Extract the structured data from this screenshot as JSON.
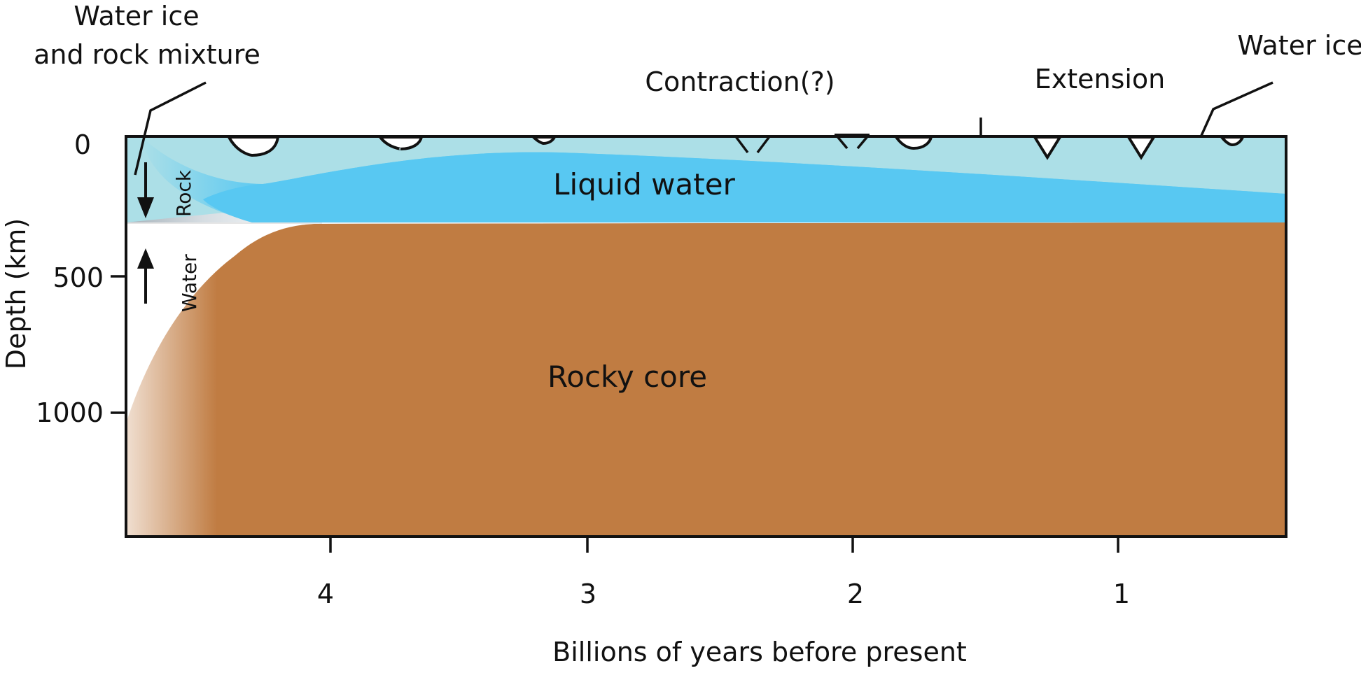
{
  "labels": {
    "water_ice_rock_mixture_line1": "Water ice",
    "water_ice_rock_mixture_line2": "and rock mixture",
    "contraction": "Contraction(?)",
    "extension": "Extension",
    "water_ice": "Water ice",
    "liquid_water": "Liquid water",
    "rocky_core": "Rocky core",
    "rock_arrow_label": "Rock",
    "water_arrow_label": "Water"
  },
  "axes": {
    "x_label": "Billions of years before present",
    "y_label": "Depth (km)",
    "x_ticks": [
      "4",
      "3",
      "2",
      "1"
    ],
    "y_ticks": [
      "0",
      "500",
      "1000"
    ]
  },
  "colors": {
    "water_ice": "#acdfe7",
    "liquid_water": "#58c8f2",
    "rocky_core": "#c07c42",
    "outline": "#111111"
  }
}
